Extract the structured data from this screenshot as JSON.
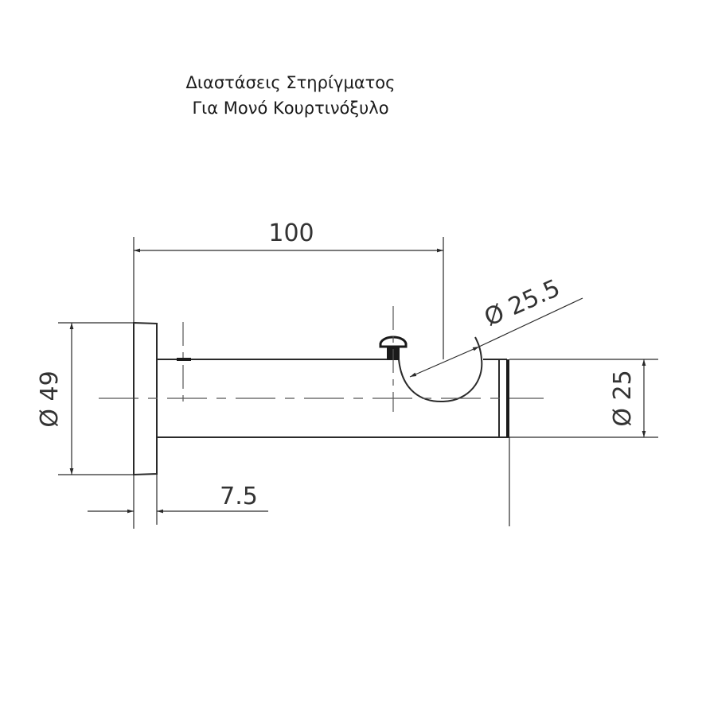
{
  "title": {
    "line1": "Διαστάσεις Στηρίγματος",
    "line2": "Για Μονό Κουρτινόξυλο"
  },
  "dimensions": {
    "length": "100",
    "base_diameter": "Ø 49",
    "rod_diameter": "Ø 25",
    "cradle_diameter": "Ø 25.5",
    "base_thickness": "7.5"
  },
  "colors": {
    "line": "#2a2a2a",
    "background": "#ffffff"
  }
}
